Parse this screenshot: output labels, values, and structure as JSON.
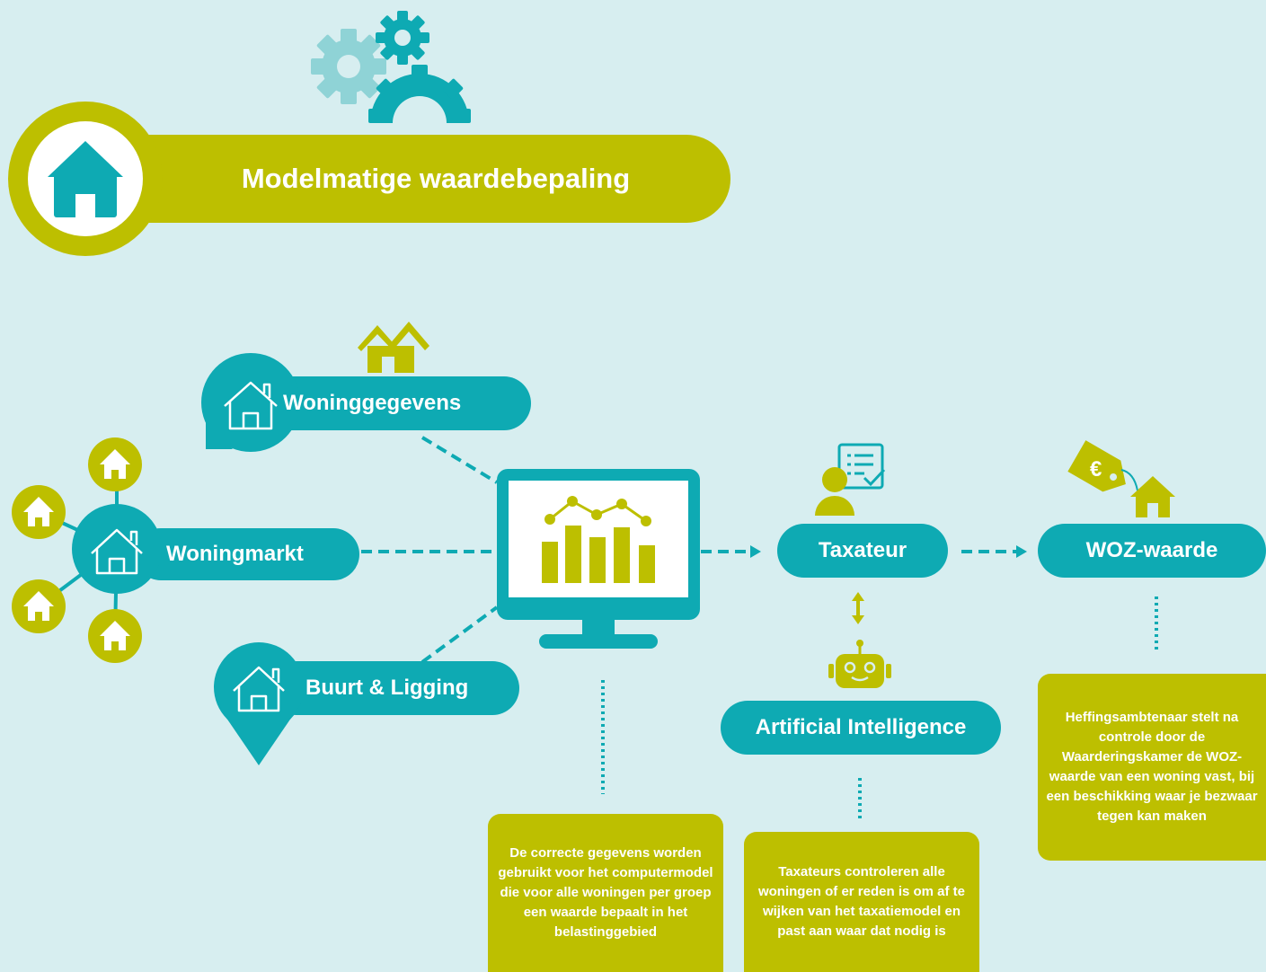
{
  "header": {
    "title": "Modelmatige waardebepaling",
    "gears_icon": "gears-icon",
    "home_icon": "home-icon"
  },
  "inputs": {
    "woninggegevens": "Woninggegevens",
    "woningmarkt": "Woningmarkt",
    "buurt_ligging": "Buurt & Ligging"
  },
  "flow": {
    "taxateur": "Taxateur",
    "ai": "Artificial Intelligence",
    "woz": "WOZ-waarde"
  },
  "notes": {
    "model": "De correcte gegevens worden gebruikt voor het computermodel die voor alle woningen per groep een waarde bepaalt in het belastinggebied",
    "taxateur": "Taxateurs controleren alle woningen of er reden is om af te wijken van het taxatiemodel en past aan waar dat nodig is",
    "woz": "Heffingsambtenaar stelt na controle door de Waarderingskamer de WOZ-waarde van een woning vast, bij een beschikking waar je bezwaar tegen kan maken"
  },
  "colors": {
    "background": "#d7eef0",
    "teal": "#0eaab3",
    "olive": "#bdbf00",
    "light_teal": "#8fd3d6"
  }
}
